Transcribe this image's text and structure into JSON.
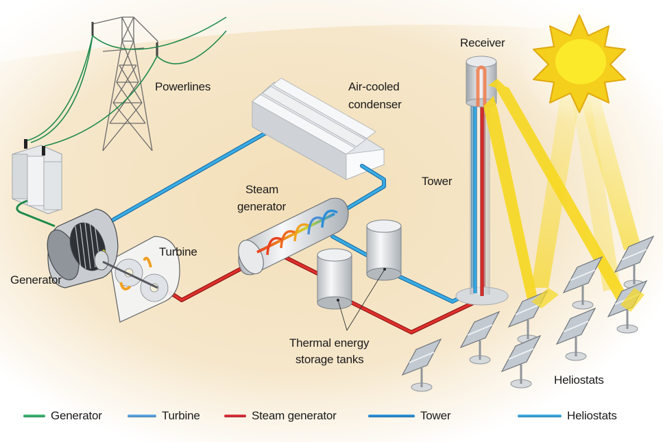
{
  "title": "Concentrated solar power tower plant",
  "labels": {
    "powerlines": "Powerlines",
    "condenser_line1": "Air-cooled",
    "condenser_line2": "condenser",
    "receiver": "Receiver",
    "tower": "Tower",
    "steam_gen_line1": "Steam",
    "steam_gen_line2": "generator",
    "turbine": "Turbine",
    "generator": "Generator",
    "tanks_line1": "Thermal energy",
    "tanks_line2": "storage tanks",
    "heliostats": "Heliostats"
  },
  "legend": [
    {
      "label": "Generator",
      "color": "#3cb371",
      "icon": "green-line"
    },
    {
      "label": "Turbine",
      "color": "#5aa2e0",
      "icon": "light-blue-line"
    },
    {
      "label": "Steam generator",
      "color": "#d9303a",
      "icon": "red-line"
    },
    {
      "label": "Tower",
      "color": "#2d8fd6",
      "icon": "blue-line"
    },
    {
      "label": "Heliostats",
      "color": "#3aa8dc",
      "icon": "cyan-line"
    }
  ],
  "colors": {
    "ground": "#f5e6c8",
    "cold_pipe": "#2a9ad8",
    "hot_pipe": "#d42a2a",
    "power_line": "#1f8a4c",
    "sun": "#f7d418",
    "beam": "#f9e04a",
    "metal": "#cfd3d8"
  }
}
